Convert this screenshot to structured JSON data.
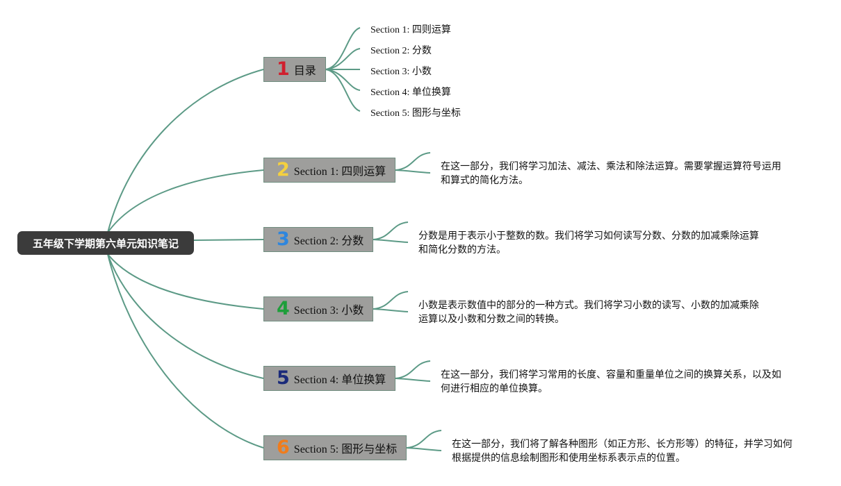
{
  "root": {
    "label": "五年级下学期第六单元知识笔记"
  },
  "branches": [
    {
      "num": "1",
      "num_color": "#d0202e",
      "label": "目录"
    },
    {
      "num": "2",
      "num_color": "#f4d03f",
      "label": "Section 1: 四则运算"
    },
    {
      "num": "3",
      "num_color": "#2e86de",
      "label": "Section 2: 分数"
    },
    {
      "num": "4",
      "num_color": "#1e9e3a",
      "label": "Section 3: 小数"
    },
    {
      "num": "5",
      "num_color": "#1a2a7a",
      "label": "Section 4: 单位换算"
    },
    {
      "num": "6",
      "num_color": "#f07c1c",
      "label": "Section 5: 图形与坐标"
    }
  ],
  "toc": [
    "Section 1: 四则运算",
    "Section 2: 分数",
    "Section 3: 小数",
    "Section 4: 单位换算",
    "Section 5: 图形与坐标"
  ],
  "descriptions": [
    {
      "line1": "在这一部分，我们将学习加法、减法、乘法和除法运算。需要掌握运算符号运用",
      "line2": "和算式的简化方法。"
    },
    {
      "line1": "分数是用于表示小于整数的数。我们将学习如何读写分数、分数的加减乘除运算",
      "line2": "和简化分数的方法。"
    },
    {
      "line1": "小数是表示数值中的部分的一种方式。我们将学习小数的读写、小数的加减乘除",
      "line2": "运算以及小数和分数之间的转换。"
    },
    {
      "line1": "在这一部分，我们将学习常用的长度、容量和重量单位之间的换算关系，以及如",
      "line2": "何进行相应的单位换算。"
    },
    {
      "line1": "在这一部分，我们将了解各种图形（如正方形、长方形等）的特征，并学习如何",
      "line2": "根据提供的信息绘制图形和使用坐标系表示点的位置。"
    }
  ],
  "colors": {
    "connector": "#5c9a86",
    "root_bg": "#3b3b3b",
    "node_bg": "#9e9e9c"
  }
}
